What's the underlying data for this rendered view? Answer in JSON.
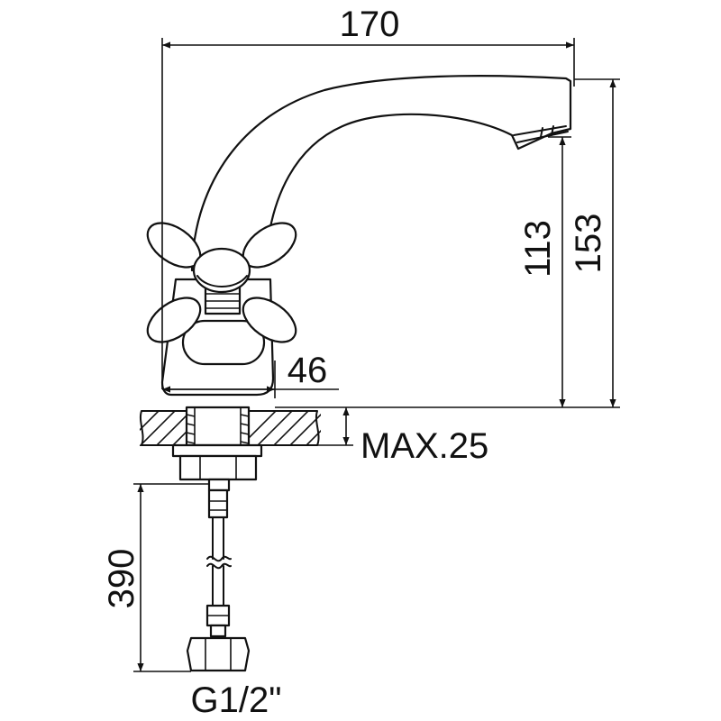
{
  "dimensions": {
    "overall_width": "170",
    "overall_height": "153",
    "spout_height": "113",
    "base_width": "46",
    "max_counter_thickness": "MAX.25",
    "hose_length": "390",
    "connection_thread": "G1/2\""
  }
}
